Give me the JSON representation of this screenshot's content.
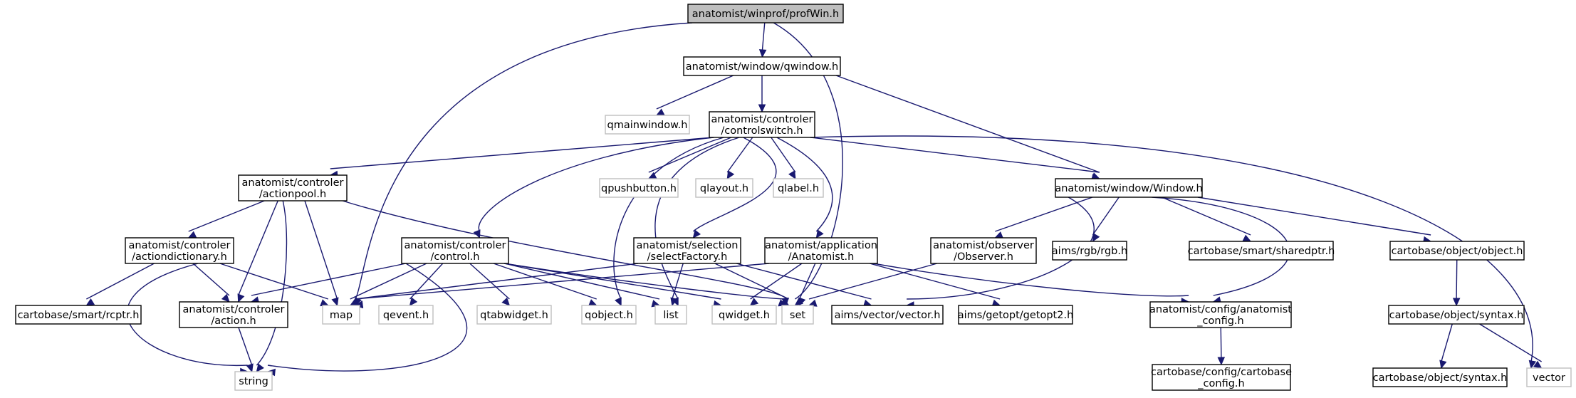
{
  "graph": {
    "root": "anatomist/winprof/profWin.h",
    "nodes": [
      {
        "id": "profwin",
        "lines": [
          "anatomist/winprof/profWin.h"
        ],
        "kind": "root"
      },
      {
        "id": "qwindow",
        "lines": [
          "anatomist/window/qwindow.h"
        ],
        "kind": "doc"
      },
      {
        "id": "qmainwindow",
        "lines": [
          "qmainwindow.h"
        ],
        "kind": "ext"
      },
      {
        "id": "controlswitch",
        "lines": [
          "anatomist/controler",
          "/controlswitch.h"
        ],
        "kind": "doc"
      },
      {
        "id": "actionpool",
        "lines": [
          "anatomist/controler",
          "/actionpool.h"
        ],
        "kind": "doc"
      },
      {
        "id": "qpushbutton",
        "lines": [
          "qpushbutton.h"
        ],
        "kind": "ext"
      },
      {
        "id": "qlayout",
        "lines": [
          "qlayout.h"
        ],
        "kind": "ext"
      },
      {
        "id": "qlabel",
        "lines": [
          "qlabel.h"
        ],
        "kind": "ext"
      },
      {
        "id": "window",
        "lines": [
          "anatomist/window/Window.h"
        ],
        "kind": "doc"
      },
      {
        "id": "actiondictionary",
        "lines": [
          "anatomist/controler",
          "/actiondictionary.h"
        ],
        "kind": "doc"
      },
      {
        "id": "control",
        "lines": [
          "anatomist/controler",
          "/control.h"
        ],
        "kind": "doc"
      },
      {
        "id": "selectfactory",
        "lines": [
          "anatomist/selection",
          "/selectFactory.h"
        ],
        "kind": "doc"
      },
      {
        "id": "anatomist",
        "lines": [
          "anatomist/application",
          "/Anatomist.h"
        ],
        "kind": "doc"
      },
      {
        "id": "observer",
        "lines": [
          "anatomist/observer",
          "/Observer.h"
        ],
        "kind": "doc"
      },
      {
        "id": "rgb",
        "lines": [
          "aims/rgb/rgb.h"
        ],
        "kind": "doc"
      },
      {
        "id": "sharedptr",
        "lines": [
          "cartobase/smart/sharedptr.h"
        ],
        "kind": "doc"
      },
      {
        "id": "object",
        "lines": [
          "cartobase/object/object.h"
        ],
        "kind": "doc"
      },
      {
        "id": "rcptr",
        "lines": [
          "cartobase/smart/rcptr.h"
        ],
        "kind": "doc"
      },
      {
        "id": "action",
        "lines": [
          "anatomist/controler",
          "/action.h"
        ],
        "kind": "doc"
      },
      {
        "id": "map",
        "lines": [
          "map"
        ],
        "kind": "ext"
      },
      {
        "id": "qevent",
        "lines": [
          "qevent.h"
        ],
        "kind": "ext"
      },
      {
        "id": "qtabwidget",
        "lines": [
          "qtabwidget.h"
        ],
        "kind": "ext"
      },
      {
        "id": "qobject",
        "lines": [
          "qobject.h"
        ],
        "kind": "ext"
      },
      {
        "id": "list",
        "lines": [
          "list"
        ],
        "kind": "ext"
      },
      {
        "id": "qwidget",
        "lines": [
          "qwidget.h"
        ],
        "kind": "ext"
      },
      {
        "id": "set",
        "lines": [
          "set"
        ],
        "kind": "ext"
      },
      {
        "id": "vector_h",
        "lines": [
          "aims/vector/vector.h"
        ],
        "kind": "doc"
      },
      {
        "id": "getopt2",
        "lines": [
          "aims/getopt/getopt2.h"
        ],
        "kind": "doc"
      },
      {
        "id": "anatomist_config",
        "lines": [
          "anatomist/config/anatomist",
          "_config.h"
        ],
        "kind": "doc"
      },
      {
        "id": "syntax_h",
        "lines": [
          "cartobase/object/syntax.h"
        ],
        "kind": "doc"
      },
      {
        "id": "string",
        "lines": [
          "string"
        ],
        "kind": "ext"
      },
      {
        "id": "cartobase_config",
        "lines": [
          "cartobase/config/cartobase",
          "_config.h"
        ],
        "kind": "doc"
      },
      {
        "id": "syntax2",
        "lines": [
          "cartobase/object/syntax.h"
        ],
        "kind": "doc"
      },
      {
        "id": "vector",
        "lines": [
          "vector"
        ],
        "kind": "ext"
      }
    ],
    "edges": [
      [
        "profwin",
        "qwindow"
      ],
      [
        "profwin",
        "map"
      ],
      [
        "profwin",
        "set"
      ],
      [
        "qwindow",
        "qmainwindow"
      ],
      [
        "qwindow",
        "controlswitch"
      ],
      [
        "qwindow",
        "window"
      ],
      [
        "controlswitch",
        "actionpool"
      ],
      [
        "controlswitch",
        "qpushbutton"
      ],
      [
        "controlswitch",
        "qlayout"
      ],
      [
        "controlswitch",
        "qlabel"
      ],
      [
        "controlswitch",
        "window"
      ],
      [
        "controlswitch",
        "control"
      ],
      [
        "controlswitch",
        "selectfactory"
      ],
      [
        "controlswitch",
        "anatomist"
      ],
      [
        "controlswitch",
        "qobject"
      ],
      [
        "controlswitch",
        "list"
      ],
      [
        "controlswitch",
        "vector"
      ],
      [
        "actionpool",
        "actiondictionary"
      ],
      [
        "actionpool",
        "action"
      ],
      [
        "actionpool",
        "map"
      ],
      [
        "actionpool",
        "string"
      ],
      [
        "actionpool",
        "set"
      ],
      [
        "actiondictionary",
        "rcptr"
      ],
      [
        "actiondictionary",
        "action"
      ],
      [
        "actiondictionary",
        "map"
      ],
      [
        "actiondictionary",
        "string"
      ],
      [
        "action",
        "string"
      ],
      [
        "control",
        "action"
      ],
      [
        "control",
        "map"
      ],
      [
        "control",
        "qevent"
      ],
      [
        "control",
        "qtabwidget"
      ],
      [
        "control",
        "qobject"
      ],
      [
        "control",
        "list"
      ],
      [
        "control",
        "qwidget"
      ],
      [
        "control",
        "set"
      ],
      [
        "control",
        "string"
      ],
      [
        "selectfactory",
        "map"
      ],
      [
        "selectfactory",
        "list"
      ],
      [
        "selectfactory",
        "set"
      ],
      [
        "selectfactory",
        "vector_h"
      ],
      [
        "anatomist",
        "map"
      ],
      [
        "anatomist",
        "qwidget"
      ],
      [
        "anatomist",
        "set"
      ],
      [
        "anatomist",
        "getopt2"
      ],
      [
        "anatomist",
        "anatomist_config"
      ],
      [
        "window",
        "observer"
      ],
      [
        "window",
        "rgb"
      ],
      [
        "window",
        "sharedptr"
      ],
      [
        "window",
        "object"
      ],
      [
        "window",
        "vector_h"
      ],
      [
        "window",
        "anatomist_config"
      ],
      [
        "observer",
        "set"
      ],
      [
        "object",
        "syntax_h"
      ],
      [
        "syntax_h",
        "syntax2"
      ],
      [
        "syntax_h",
        "vector"
      ],
      [
        "anatomist_config",
        "cartobase_config"
      ]
    ]
  }
}
